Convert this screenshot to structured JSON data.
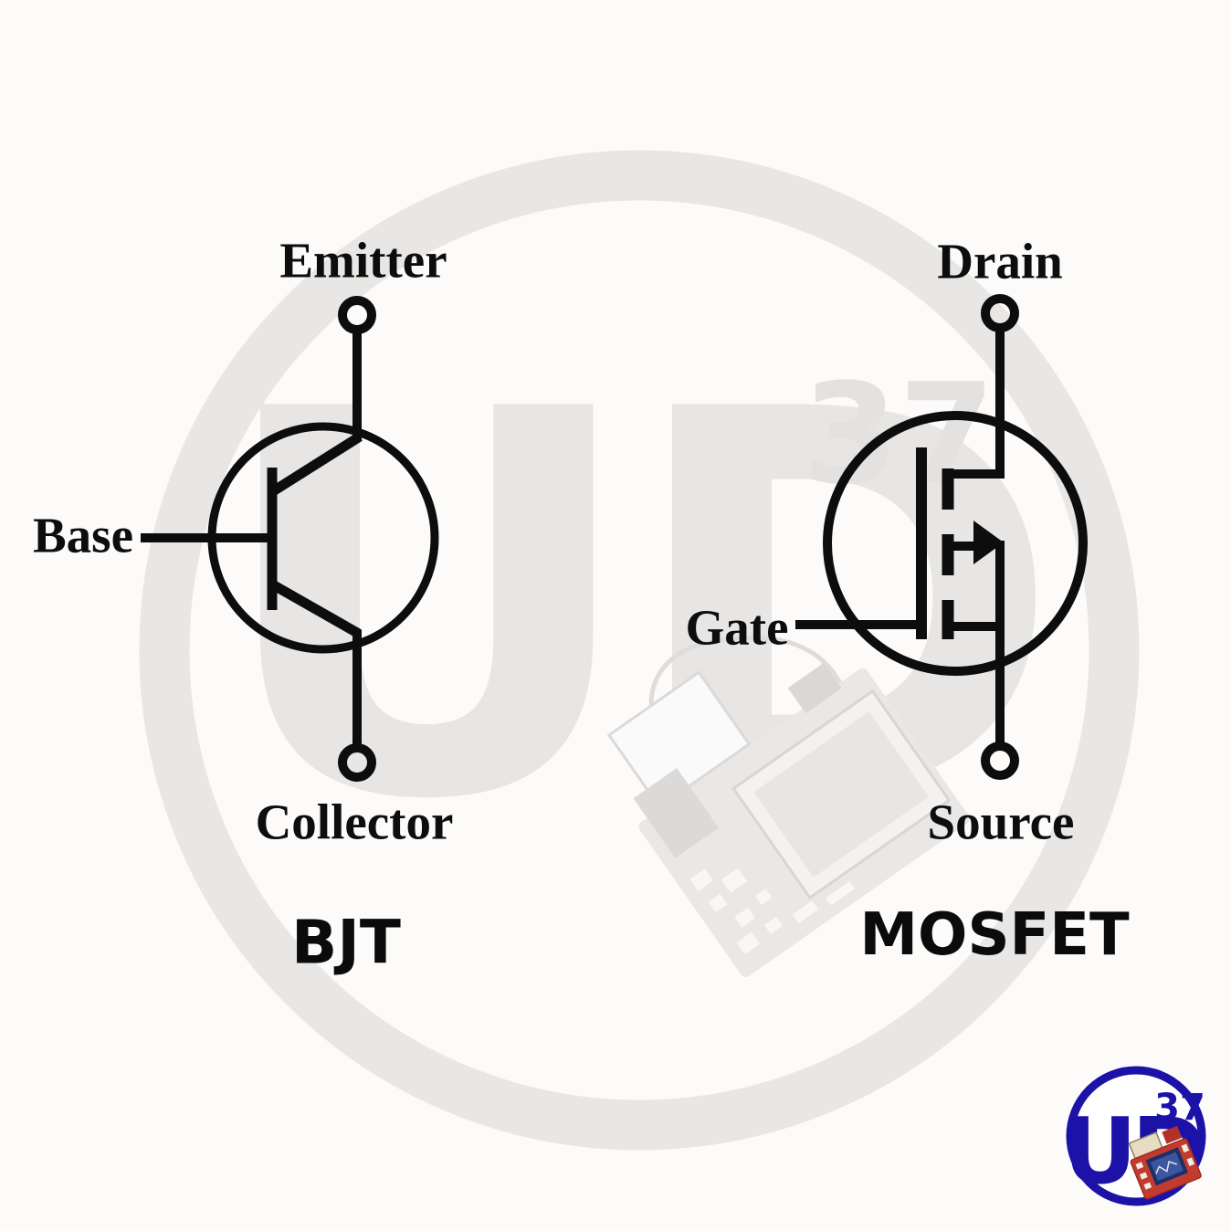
{
  "figure": {
    "bjt": {
      "title": "BJT",
      "top_terminal": "Emitter",
      "left_terminal": "Base",
      "bottom_terminal": "Collector"
    },
    "mosfet": {
      "title": "MOSFET",
      "top_terminal": "Drain",
      "left_terminal": "Gate",
      "bottom_terminal": "Source"
    }
  },
  "watermark": {
    "brand": "UD",
    "number": "37"
  },
  "logo": {
    "brand": "UD",
    "number": "37"
  },
  "colors": {
    "ink": "#0d0d0d",
    "watermark_gray": "#e7e6e5",
    "logo_blue": "#1c12a8",
    "pcb_red": "#c23b2e",
    "background": "#fcfbfa"
  }
}
